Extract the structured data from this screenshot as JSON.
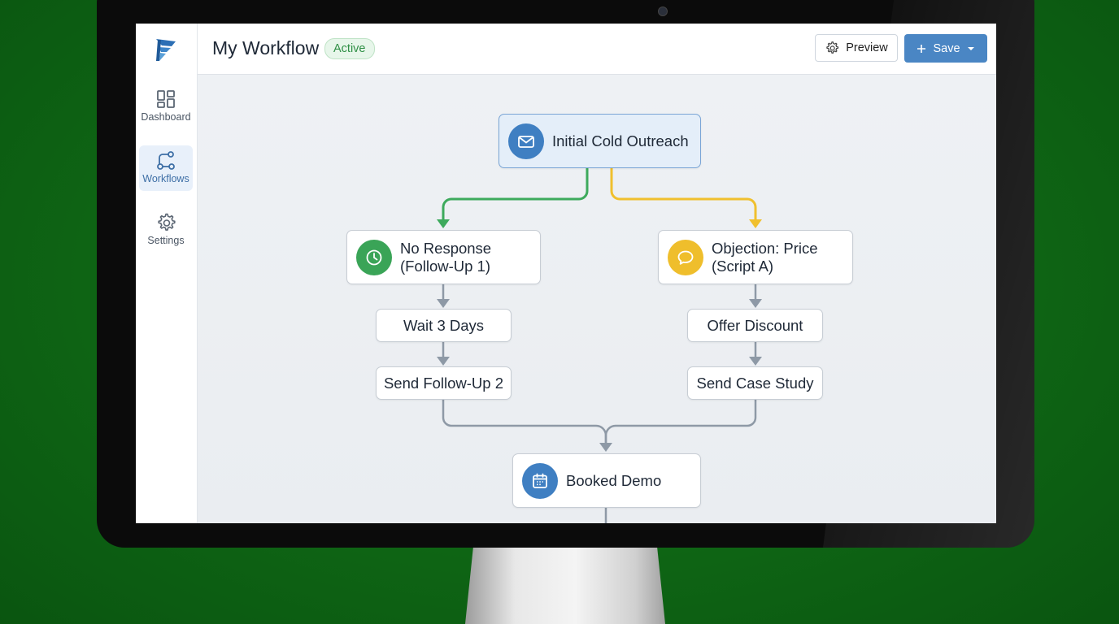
{
  "header": {
    "title": "My Workflow",
    "status_badge": "Active",
    "preview_label": "Preview",
    "save_label": "Save"
  },
  "sidebar": {
    "items": [
      {
        "label": "Dashboard",
        "icon": "dashboard-icon"
      },
      {
        "label": "Workflows",
        "icon": "workflow-icon",
        "active": true
      },
      {
        "label": "Settings",
        "icon": "gear-icon"
      }
    ]
  },
  "workflow": {
    "start": {
      "label": "Initial Cold Outreach",
      "icon": "mail-icon"
    },
    "left_branch": {
      "trigger_line1": "No Response",
      "trigger_line2": "(Follow-Up 1)",
      "icon": "clock-icon",
      "step1": "Wait 3 Days",
      "step2": "Send Follow-Up 2"
    },
    "right_branch": {
      "trigger_line1": "Objection: Price",
      "trigger_line2": "(Script A)",
      "icon": "chat-icon",
      "step1": "Offer Discount",
      "step2": "Send Case Study"
    },
    "end": {
      "label": "Booked Demo",
      "icon": "calendar-icon"
    }
  },
  "colors": {
    "accent": "#4a86c4",
    "green_branch": "#3daa5c",
    "yellow_branch": "#f0c02e",
    "connector": "#8e99a6",
    "active_badge": "#2f8f45",
    "background": "#0f6a16"
  }
}
